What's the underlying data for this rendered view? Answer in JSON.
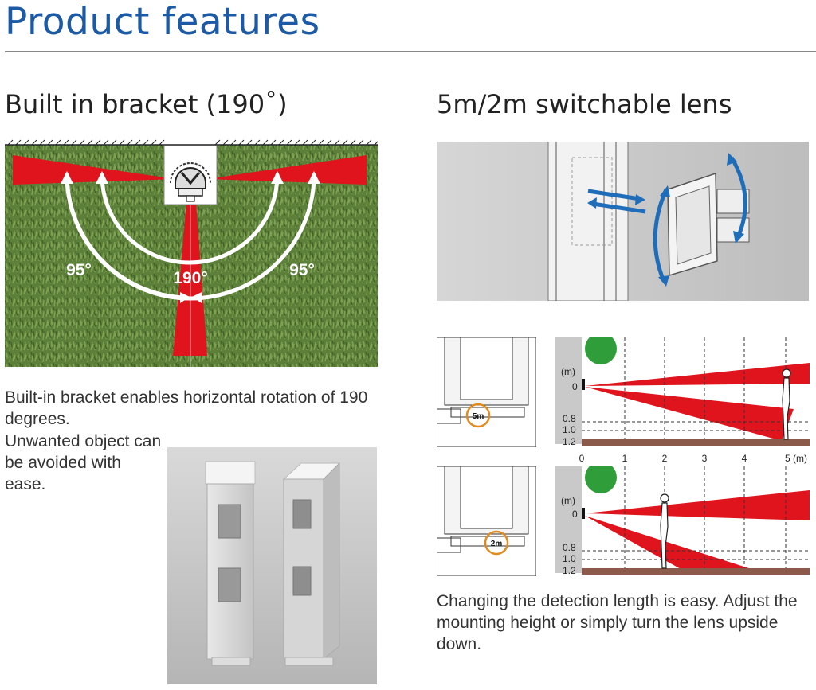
{
  "page": {
    "title": "Product features"
  },
  "left_section": {
    "heading": "Built in bracket (190˚)",
    "angle_left": "95°",
    "angle_center": "190°",
    "angle_right": "95°",
    "description_line1": "Built-in bracket enables horizontal rotation of 190 degrees.",
    "description_line2": "Unwanted object can be avoided with ease."
  },
  "right_section": {
    "heading": "5m/2m switchable lens",
    "lens_5m_label": "5m",
    "lens_2m_label": "2m",
    "unit_m": "(m)",
    "height_ticks": [
      "0",
      "0.8",
      "1.0",
      "1.2"
    ],
    "distance_ticks": [
      "0",
      "1",
      "2",
      "3",
      "4",
      "5 (m)"
    ],
    "description": "Changing the detection length is easy. Adjust the mounting height or simply turn the lens upside down."
  },
  "colors": {
    "title_blue": "#1d5aa5",
    "beam_red": "#e0141c",
    "arrow_blue": "#1f6cb8",
    "ring_orange": "#e38a1e",
    "ground_brown": "#8b5a4a"
  }
}
